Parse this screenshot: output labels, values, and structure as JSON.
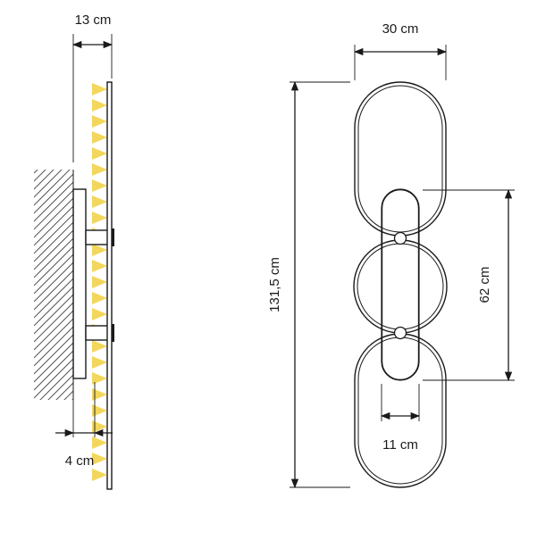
{
  "dimensions": {
    "side_depth": "13 cm",
    "wall_offset": "4 cm",
    "width": "30 cm",
    "height": "131,5 cm",
    "ring_spacing": "62 cm",
    "plate_width": "11 cm"
  },
  "colors": {
    "line": "#1a1a1a",
    "light": "#f2d24a",
    "hatch": "#555555",
    "background": "#ffffff"
  }
}
